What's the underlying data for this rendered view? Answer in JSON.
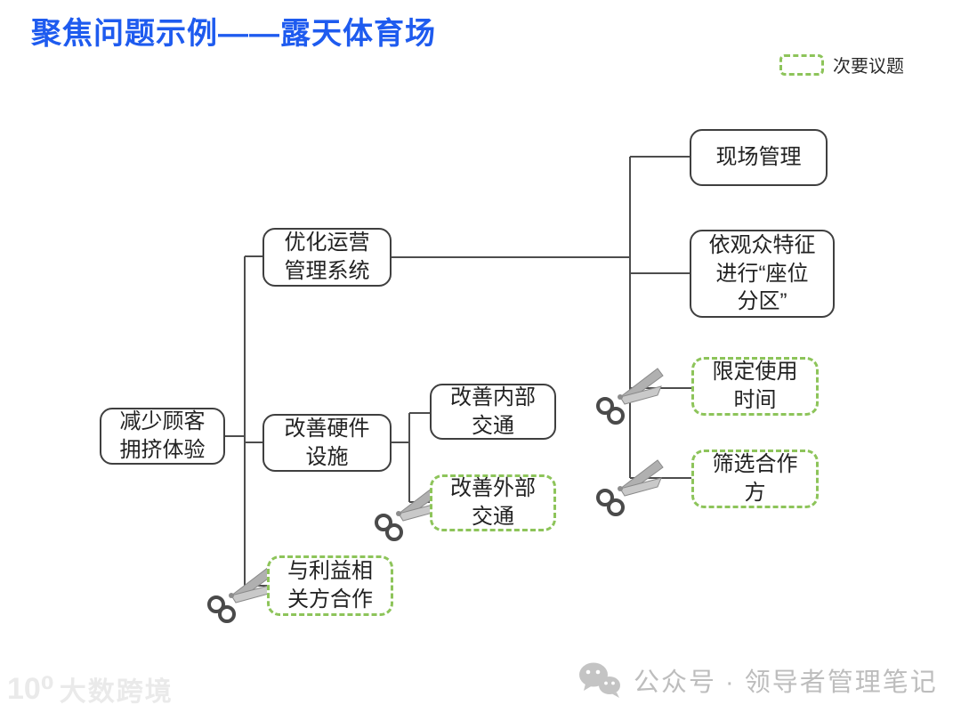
{
  "title": "聚焦问题示例——露天体育场",
  "legend": {
    "label": "次要议题"
  },
  "nodes": {
    "root": {
      "label": "减少顾客\n拥挤体验",
      "type": "primary"
    },
    "optimize_ops": {
      "label": "优化运营\n管理系统",
      "type": "primary"
    },
    "improve_hardware": {
      "label": "改善硬件\n设施",
      "type": "primary"
    },
    "stakeholder_coop": {
      "label": "与利益相\n关方合作",
      "type": "secondary"
    },
    "onsite_mgmt": {
      "label": "现场管理",
      "type": "primary"
    },
    "seat_zoning": {
      "label": "依观众特征\n进行“座位\n分区”",
      "type": "primary"
    },
    "limit_time": {
      "label": "限定使用\n时间",
      "type": "secondary"
    },
    "filter_partners": {
      "label": "筛选合作\n方",
      "type": "secondary"
    },
    "internal_traffic": {
      "label": "改善内部\n交通",
      "type": "primary"
    },
    "external_traffic": {
      "label": "改善外部\n交通",
      "type": "secondary"
    }
  },
  "footer": {
    "wechat_label": "公众号 · 领导者管理笔记"
  },
  "watermark": {
    "logo": "10⁰",
    "text": "大数跨境"
  },
  "colors": {
    "title_blue": "#1e5bef",
    "secondary_green": "#8dc45a",
    "node_border": "#3f3f3f",
    "line_gray": "#4d4d4d",
    "footer_gray": "#bdbdbd"
  }
}
